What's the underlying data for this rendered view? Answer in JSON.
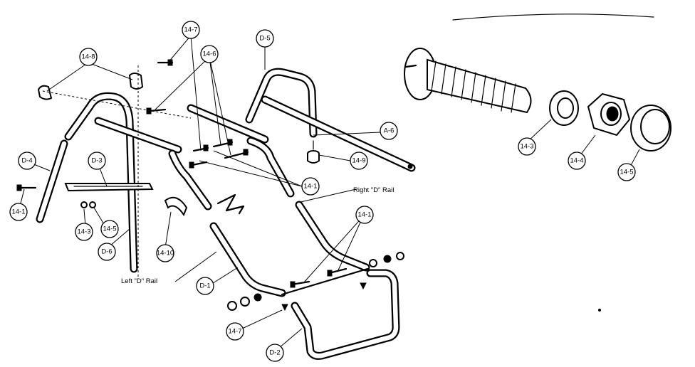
{
  "callouts": {
    "p14_8": "14-8",
    "p14_7_top": "14-7",
    "p14_6": "14-6",
    "p_d5": "D-5",
    "p_a6": "A-6",
    "p14_9": "14-9",
    "p14_1_mid": "14-1",
    "p_d4": "D-4",
    "p_d3": "D-3",
    "p14_1_left": "14-1",
    "p14_3_left": "14-3",
    "p14_5_left": "14-5",
    "p_d6": "D-6",
    "p14_10": "14-10",
    "p_d1": "D-1",
    "p14_1_right": "14-1",
    "p14_7_bottom": "14-7",
    "p_d2": "D-2",
    "p14_3_detail": "14-3",
    "p14_4_detail": "14-4",
    "p14_5_detail": "14-5"
  },
  "labels": {
    "right_rail": "Right \"D\" Rail",
    "left_rail": "Left \"D\" Rail"
  }
}
